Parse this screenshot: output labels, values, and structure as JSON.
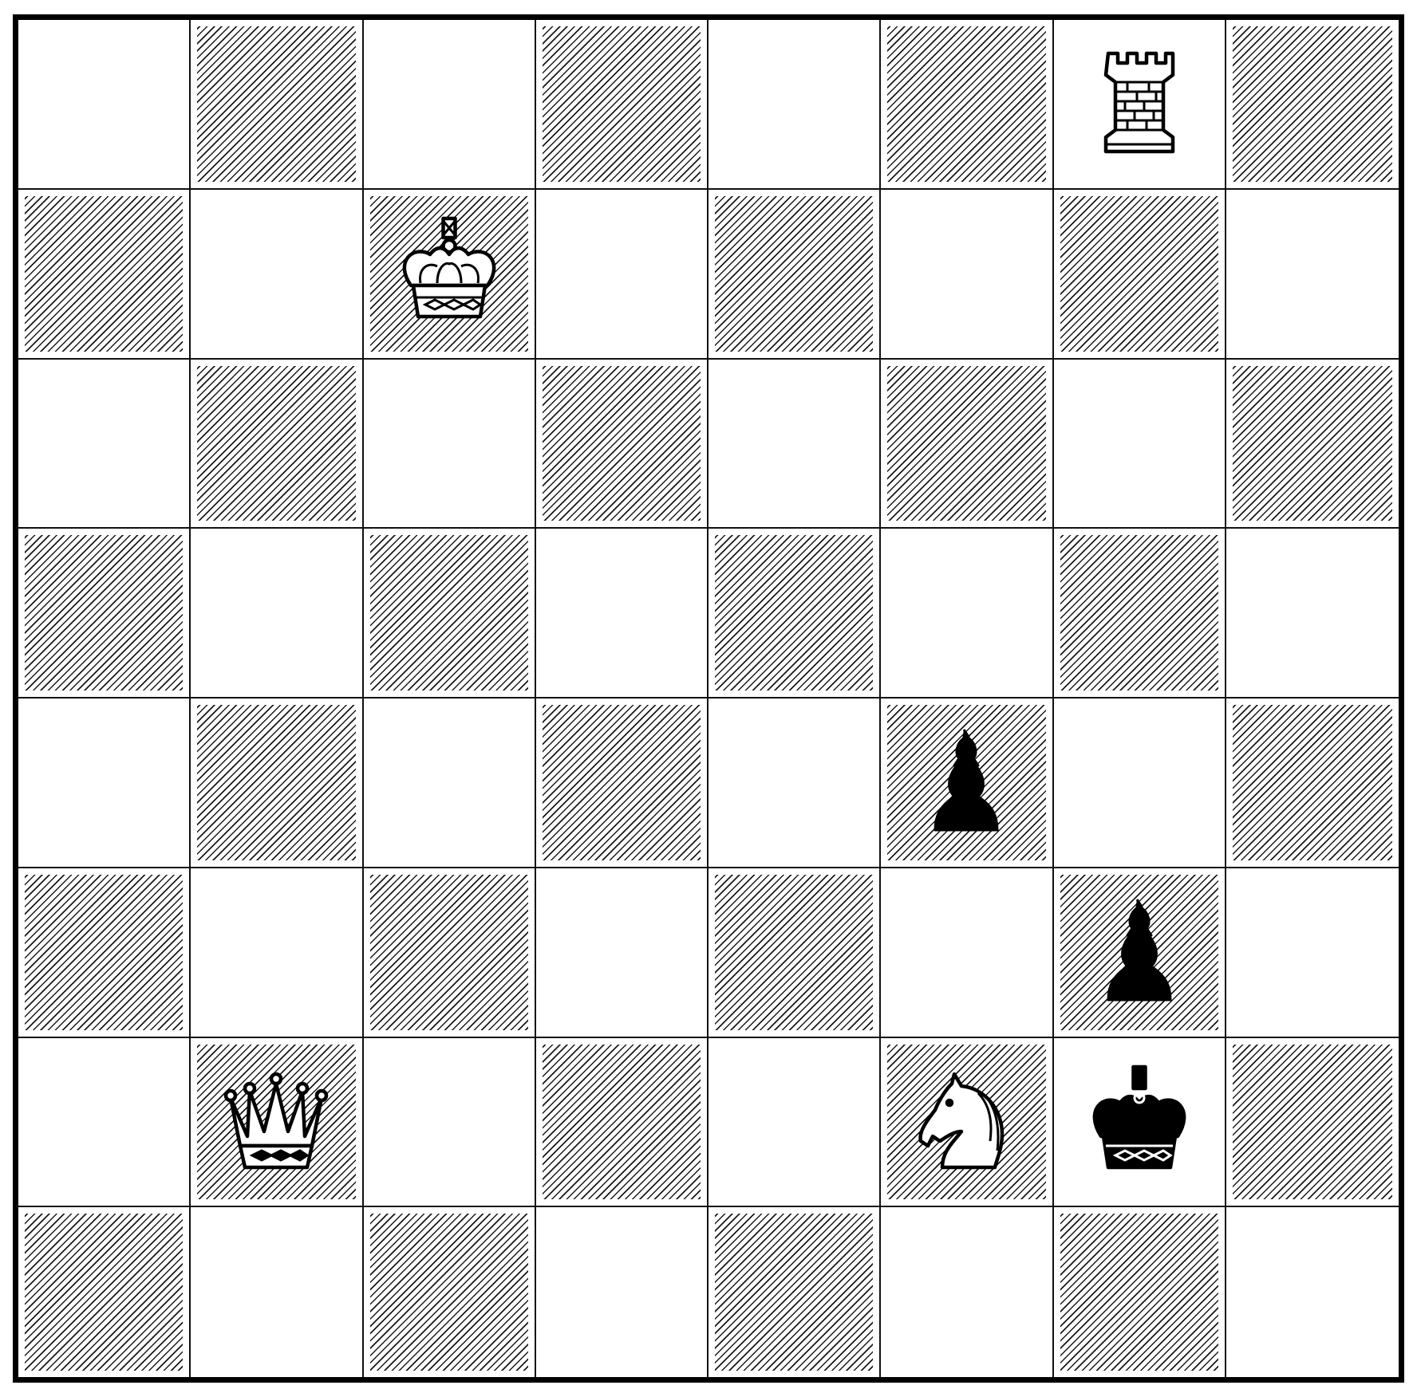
{
  "board": {
    "files": 8,
    "ranks": 8,
    "top_left_square": "light",
    "pieces": [
      {
        "type": "rook",
        "color": "white",
        "row": 0,
        "col": 6,
        "icon": "white-rook-icon"
      },
      {
        "type": "king",
        "color": "white",
        "row": 1,
        "col": 2,
        "icon": "white-king-icon"
      },
      {
        "type": "pawn",
        "color": "black",
        "row": 4,
        "col": 5,
        "icon": "black-pawn-icon"
      },
      {
        "type": "pawn",
        "color": "black",
        "row": 5,
        "col": 6,
        "icon": "black-pawn-icon"
      },
      {
        "type": "queen",
        "color": "white",
        "row": 6,
        "col": 1,
        "icon": "white-queen-icon"
      },
      {
        "type": "knight",
        "color": "white",
        "row": 6,
        "col": 5,
        "icon": "white-knight-icon"
      },
      {
        "type": "king",
        "color": "black",
        "row": 6,
        "col": 6,
        "icon": "black-king-icon"
      }
    ]
  }
}
